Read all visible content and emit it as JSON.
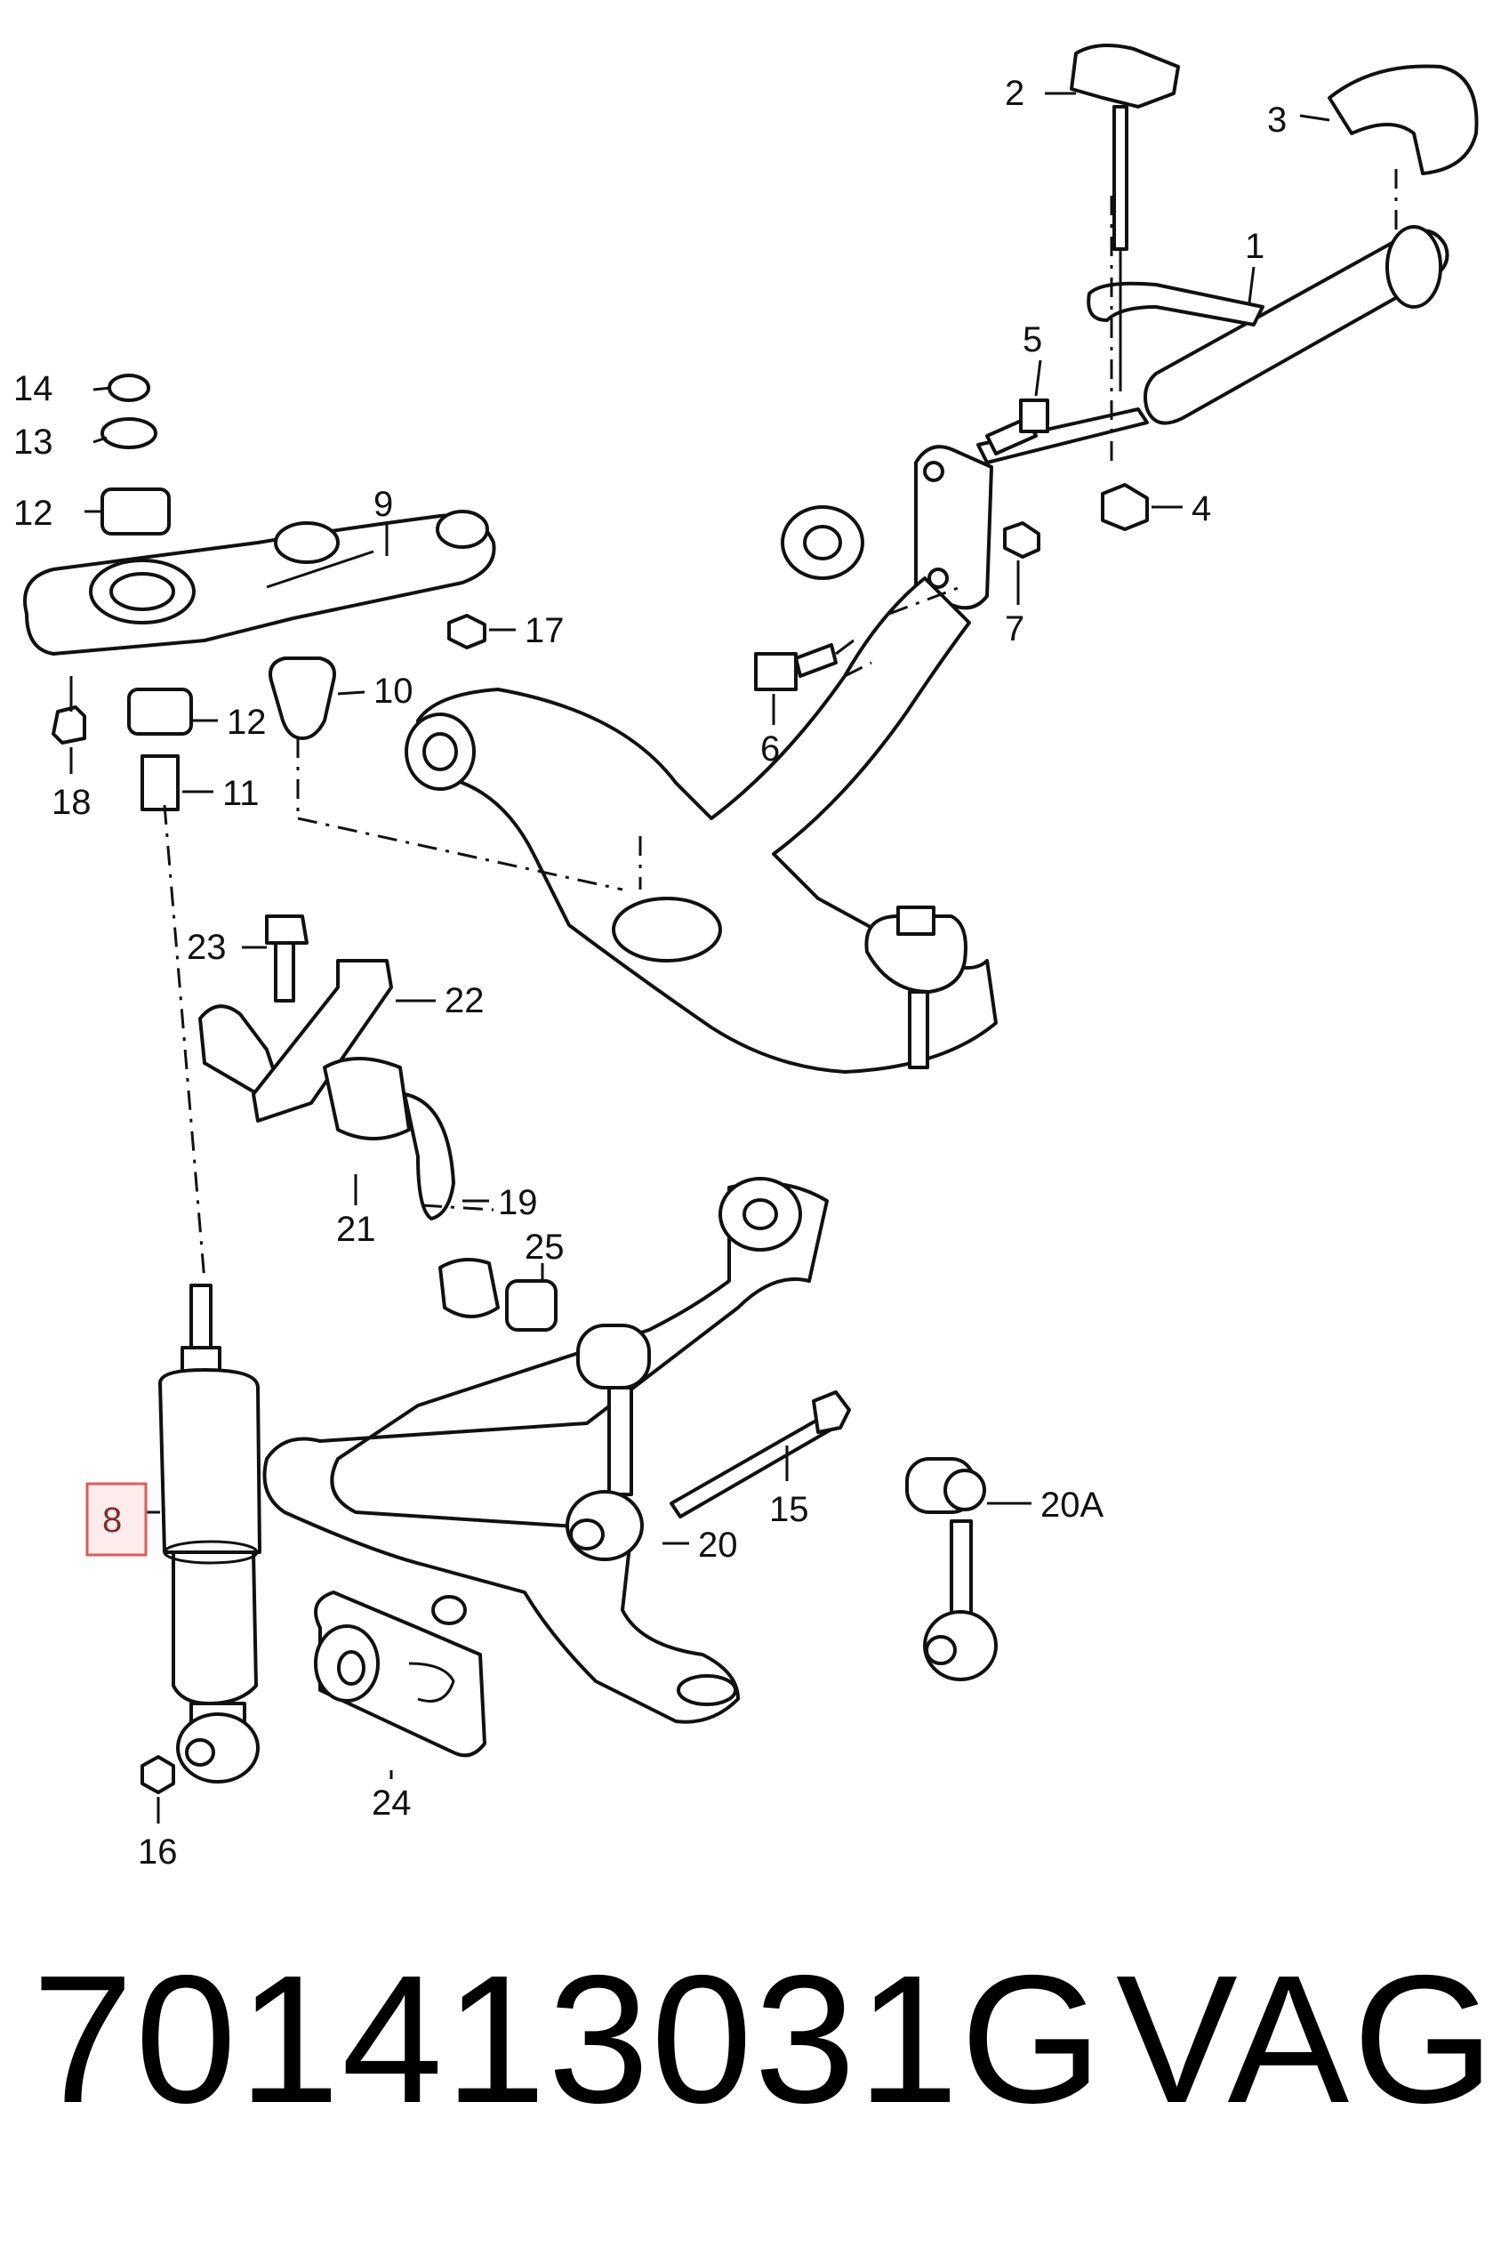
{
  "diagram": {
    "callouts": [
      "1",
      "2",
      "3",
      "4",
      "5",
      "6",
      "7",
      "8",
      "9",
      "10",
      "11",
      "12",
      "12",
      "13",
      "14",
      "15",
      "16",
      "17",
      "18",
      "19",
      "20",
      "20A",
      "21",
      "22",
      "23",
      "24",
      "25"
    ],
    "highlighted_callout": "8"
  },
  "footer": {
    "part_number": "701413031G",
    "brand": "VAG"
  }
}
